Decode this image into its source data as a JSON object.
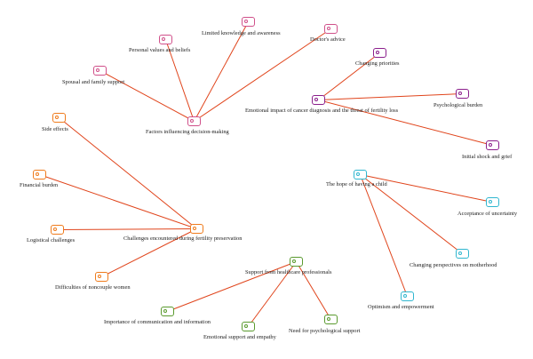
{
  "colors": {
    "edge": "#e0441b",
    "pink": "#d0508a",
    "purple": "#8b1f8c",
    "teal": "#2fb6cf",
    "orange": "#ef7b1c",
    "green": "#5a9a2e"
  },
  "nodes": {
    "factors": {
      "label": "Factors influencing decision-making",
      "color": "pink"
    },
    "personal_values": {
      "label": "Personal values and beliefs",
      "color": "pink"
    },
    "limited_knowledge": {
      "label": "Limited knowledge and awareness",
      "color": "pink"
    },
    "doctors_advice": {
      "label": "Doctor's advice",
      "color": "pink"
    },
    "spousal_support": {
      "label": "Spousal and family support",
      "color": "pink"
    },
    "emotional_impact": {
      "label": "Emotional impact of cancer diagnosis and the threat of fertility loss",
      "color": "purple"
    },
    "changing_priorities": {
      "label": "Changing priorities",
      "color": "purple"
    },
    "psychological_burden": {
      "label": "Psychological burden",
      "color": "purple"
    },
    "initial_shock": {
      "label": "Initial shock and grief",
      "color": "purple"
    },
    "hope_child": {
      "label": "The hope of having a child",
      "color": "teal"
    },
    "acceptance_uncertainty": {
      "label": "Acceptance of uncertainty",
      "color": "teal"
    },
    "changing_perspectives": {
      "label": "Changing perspectives on motherhood",
      "color": "teal"
    },
    "optimism": {
      "label": "Optimism and empowerment",
      "color": "teal"
    },
    "challenges": {
      "label": "Challenges encountered during fertility preservation",
      "color": "orange"
    },
    "side_effects": {
      "label": "Side effects",
      "color": "orange"
    },
    "financial_burden": {
      "label": "Financial burden",
      "color": "orange"
    },
    "logistical": {
      "label": "Logistical challenges",
      "color": "orange"
    },
    "noncouple": {
      "label": "Difficulties of noncouple women",
      "color": "orange"
    },
    "support_hcp": {
      "label": "Support from healthcare professionals",
      "color": "green"
    },
    "communication": {
      "label": "Importance of communication and information",
      "color": "green"
    },
    "emotional_support": {
      "label": "Emotional support and empathy",
      "color": "green"
    },
    "need_psych": {
      "label": "Need for psychological support",
      "color": "green"
    }
  },
  "edges": [
    [
      "factors",
      "personal_values"
    ],
    [
      "factors",
      "limited_knowledge"
    ],
    [
      "factors",
      "doctors_advice"
    ],
    [
      "factors",
      "spousal_support"
    ],
    [
      "emotional_impact",
      "changing_priorities"
    ],
    [
      "emotional_impact",
      "psychological_burden"
    ],
    [
      "emotional_impact",
      "initial_shock"
    ],
    [
      "hope_child",
      "acceptance_uncertainty"
    ],
    [
      "hope_child",
      "changing_perspectives"
    ],
    [
      "hope_child",
      "optimism"
    ],
    [
      "challenges",
      "side_effects"
    ],
    [
      "challenges",
      "financial_burden"
    ],
    [
      "challenges",
      "logistical"
    ],
    [
      "challenges",
      "noncouple"
    ],
    [
      "support_hcp",
      "communication"
    ],
    [
      "support_hcp",
      "emotional_support"
    ],
    [
      "support_hcp",
      "need_psych"
    ]
  ]
}
